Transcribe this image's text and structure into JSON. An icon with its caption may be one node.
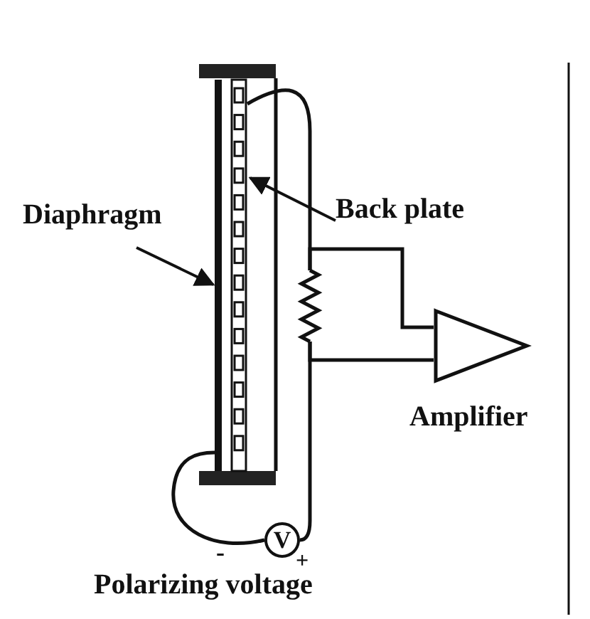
{
  "diagram": {
    "nodes": [
      {
        "text": [
          "Diaphragm"
        ]
      },
      {
        "text": [],
        "shape": "bar"
      },
      {
        "text": [
          "Back plate"
        ]
      },
      {
        "text": [],
        "shape": "bar"
      },
      {
        "text": [
          "Amplifier"
        ]
      },
      {
        "text": [
          "V"
        ],
        "beside": [
          "-",
          "+",
          "Polarizing voltage"
        ]
      },
      {
        "text": [],
        "shape": "resistor"
      }
    ],
    "edges": [
      {
        "from": 0,
        "to": 1,
        "arrow": "to"
      },
      {
        "from": 2,
        "to": 3,
        "arrow": "to"
      },
      {
        "from": 3,
        "to": 6,
        "arrow": "none"
      },
      {
        "from": 6,
        "to": 4,
        "arrow": "none"
      },
      {
        "from": 6,
        "to": 4,
        "arrow": "none"
      },
      {
        "from": 6,
        "to": 5,
        "arrow": "none"
      },
      {
        "from": 5,
        "to": 1,
        "arrow": "none"
      }
    ]
  }
}
